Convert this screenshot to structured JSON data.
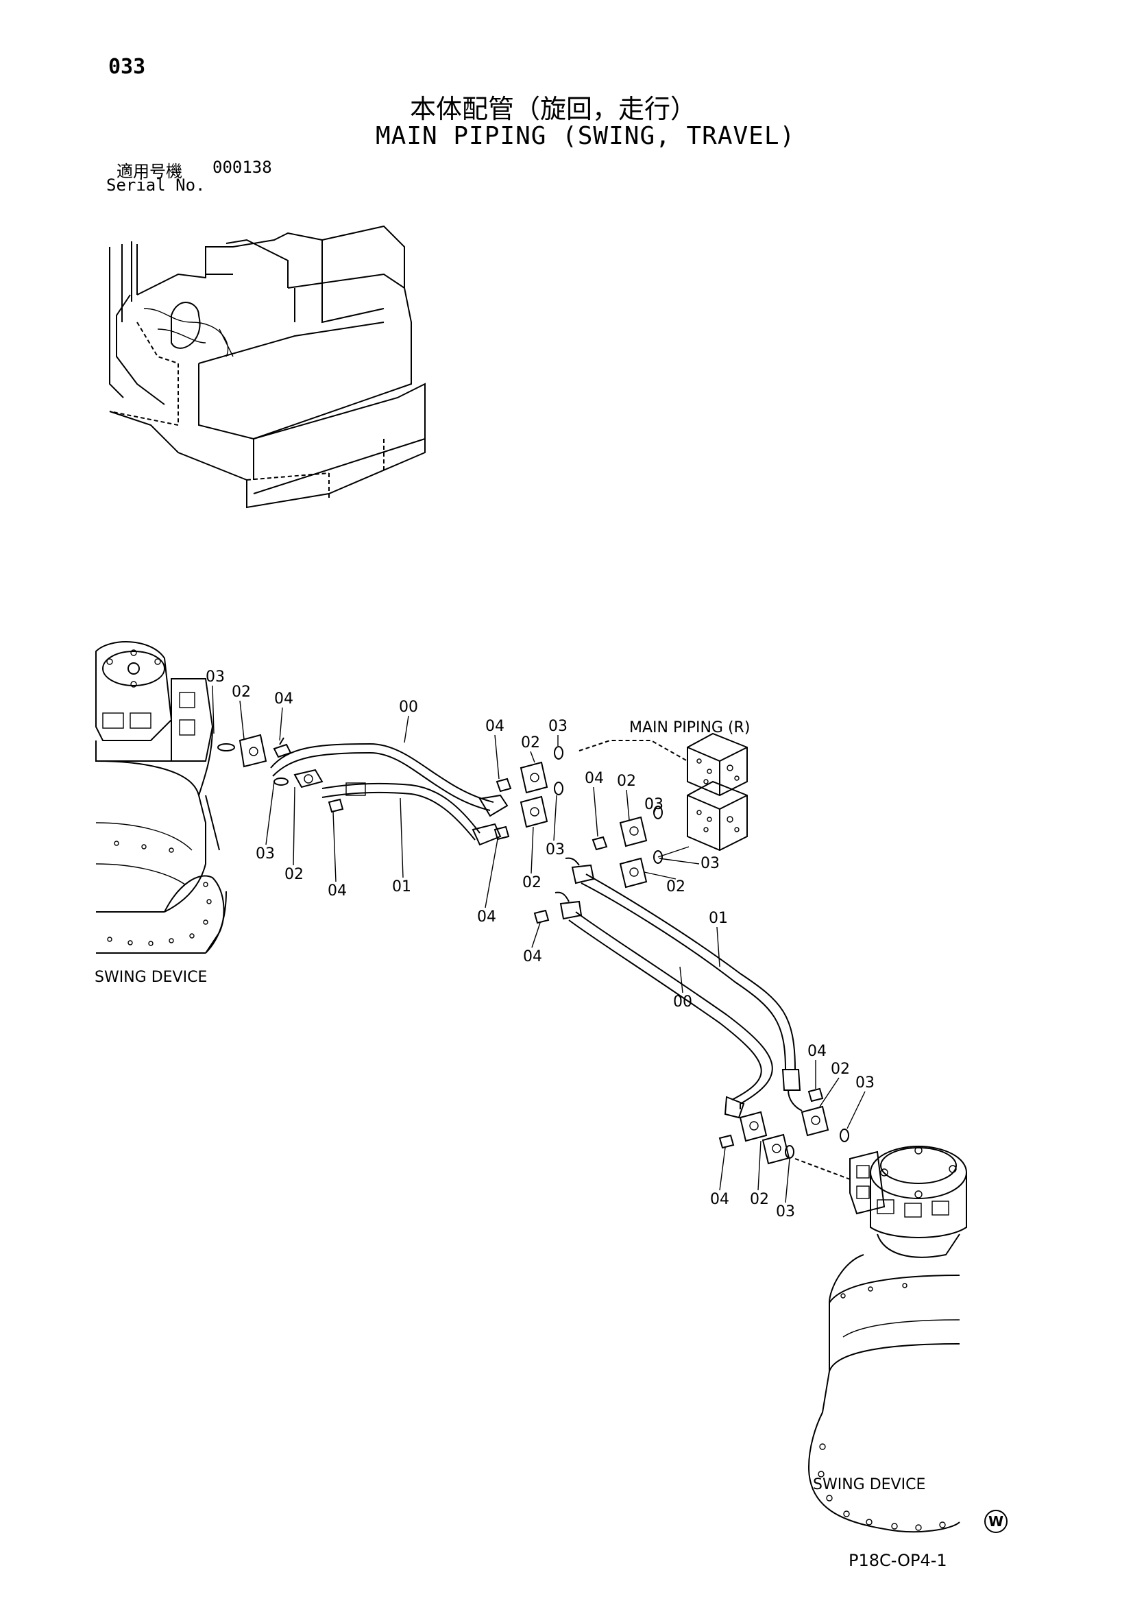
{
  "page_number": "033",
  "title_jp": "本体配管（旋回，走行）",
  "title_en": "MAIN PIPING (SWING, TRAVEL)",
  "serial": {
    "label_jp": "適用号機",
    "value": "000138",
    "label_en": "Serial No."
  },
  "drawing_number": "P18C-OP4-1",
  "mark": "W",
  "labels": {
    "main_piping_r": "MAIN PIPING (R)",
    "swing_device_left": "SWING DEVICE",
    "swing_device_right": "SWING DEVICE"
  },
  "callouts": [
    "03",
    "02",
    "04",
    "00",
    "04",
    "02",
    "03",
    "03",
    "02",
    "04",
    "01",
    "04",
    "02",
    "03",
    "04",
    "02",
    "03",
    "02",
    "04",
    "01",
    "00",
    "04",
    "02",
    "03",
    "04",
    "02",
    "03",
    "03"
  ]
}
